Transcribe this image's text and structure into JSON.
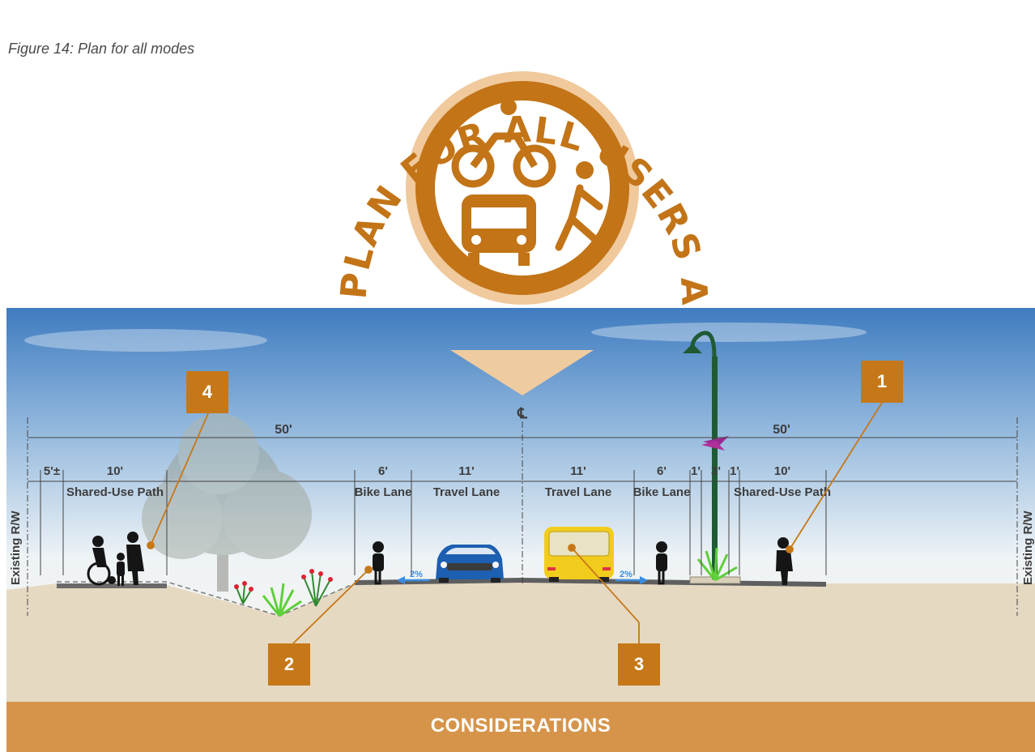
{
  "caption": "Figure 14: Plan for all modes",
  "badge": {
    "arc_text": "PLAN FOR ALL USERS AND MODES OF TRAVEL",
    "color": "#c27417",
    "icons": [
      "bicycle-rider-icon",
      "bus-icon",
      "pedestrian-icon"
    ]
  },
  "section": {
    "centerline": "℄",
    "half_left": "50'",
    "half_right": "50'",
    "row_left": "Existing R/W",
    "row_right": "Existing R/W",
    "segments": [
      {
        "width": "5'±",
        "name": ""
      },
      {
        "width": "10'",
        "name": "Shared-Use Path"
      },
      {
        "width": "6'",
        "name": "Bike Lane"
      },
      {
        "width": "11'",
        "name": "Travel Lane"
      },
      {
        "width": "11'",
        "name": "Travel Lane"
      },
      {
        "width": "6'",
        "name": "Bike Lane"
      },
      {
        "width": "1'",
        "name": ""
      },
      {
        "width": "3'",
        "name": ""
      },
      {
        "width": "1'",
        "name": ""
      },
      {
        "width": "10'",
        "name": "Shared-Use Path"
      }
    ],
    "slope_left": "2%",
    "slope_right": "2%"
  },
  "callouts": [
    "1",
    "2",
    "3",
    "4"
  ],
  "banner": "CONSIDERATIONS",
  "colors": {
    "accent": "#c67818",
    "banner": "#d6944a",
    "ground": "#e3d5bd",
    "sky": "#4f88c8"
  }
}
